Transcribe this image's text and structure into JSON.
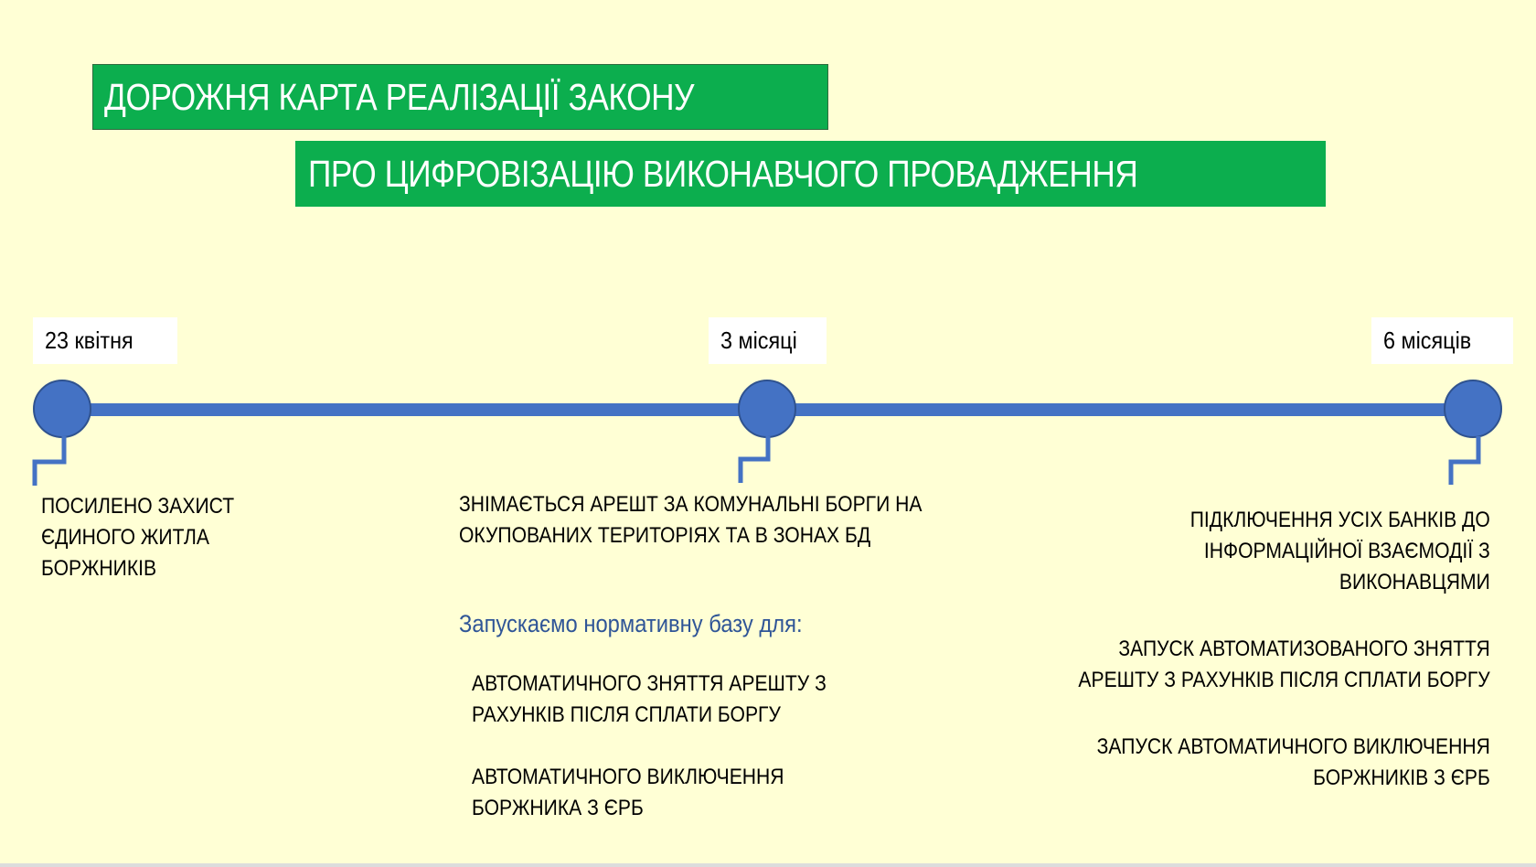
{
  "title": {
    "line1": "ДОРОЖНЯ КАРТА РЕАЛІЗАЦІЇ ЗАКОНУ",
    "line2": "ПРО ЦИФРОВІЗАЦІЮ ВИКОНАВЧОГО ПРОВАДЖЕННЯ"
  },
  "colors": {
    "background": "#FFFFD5",
    "title_green": "#0CAE4E",
    "timeline_blue": "#4472C4",
    "timeline_border": "#2F528F",
    "subheading_blue": "#2F5597"
  },
  "timeline": {
    "milestones": [
      {
        "label": "23 квітня",
        "items": [
          {
            "lines": [
              "ПОСИЛЕНО ЗАХИСТ",
              "ЄДИНОГО ЖИТЛА",
              "БОРЖНИКІВ"
            ]
          }
        ]
      },
      {
        "label": "3 місяці",
        "items": [
          {
            "lines": [
              "ЗНІМАЄТЬСЯ АРЕШТ ЗА КОМУНАЛЬНІ БОРГИ НА",
              "ОКУПОВАНИХ ТЕРИТОРІЯХ ТА В ЗОНАХ БД"
            ]
          }
        ],
        "subheading": "Запускаємо нормативну базу для:",
        "sub_items": [
          {
            "lines": [
              "АВТОМАТИЧНОГО ЗНЯТТЯ АРЕШТУ З",
              "РАХУНКІВ ПІСЛЯ СПЛАТИ БОРГУ"
            ]
          },
          {
            "lines": [
              "АВТОМАТИЧНОГО ВИКЛЮЧЕННЯ",
              "БОРЖНИКА З ЄРБ"
            ]
          }
        ]
      },
      {
        "label": "6 місяців",
        "items": [
          {
            "lines": [
              "ПІДКЛЮЧЕННЯ УСІХ БАНКІВ ДО",
              "ІНФОРМАЦІЙНОЇ ВЗАЄМОДІЇ З",
              "ВИКОНАВЦЯМИ"
            ]
          },
          {
            "lines": [
              "ЗАПУСК АВТОМАТИЗОВАНОГО ЗНЯТТЯ",
              "АРЕШТУ З РАХУНКІВ ПІСЛЯ СПЛАТИ БОРГУ"
            ]
          },
          {
            "lines": [
              "ЗАПУСК АВТОМАТИЧНОГО ВИКЛЮЧЕННЯ",
              "БОРЖНИКІВ З ЄРБ"
            ]
          }
        ]
      }
    ]
  }
}
